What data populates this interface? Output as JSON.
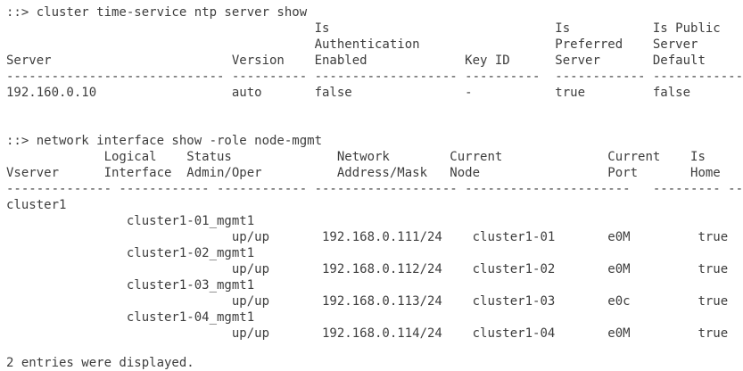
{
  "colors": {
    "background": "#ffffff",
    "text": "#3d3d3d"
  },
  "terminal": {
    "prompt": "::>",
    "ntp_section": {
      "command": "::> cluster time-service ntp server show",
      "table": {
        "columns": [
          {
            "name": "server",
            "header": [
              "",
              "",
              "Server"
            ]
          },
          {
            "name": "version",
            "header": [
              "",
              "",
              "Version"
            ]
          },
          {
            "name": "is-authentication-enabled",
            "header": [
              "Is",
              "Authentication",
              "Enabled"
            ]
          },
          {
            "name": "key-id",
            "header": [
              "",
              "",
              "Key ID"
            ]
          },
          {
            "name": "is-preferred-server",
            "header": [
              "Is",
              "Preferred",
              "Server"
            ]
          },
          {
            "name": "is-public-server-default",
            "header": [
              "Is Public",
              "Server",
              "Default"
            ]
          }
        ],
        "rows": [
          [
            "192.160.0.10",
            "auto",
            "false",
            "-",
            "true",
            "false"
          ]
        ]
      }
    },
    "network_section": {
      "command": "::> network interface show -role node-mgmt",
      "table": {
        "header_line1": [
          "",
          "Logical",
          "Status",
          "Network",
          "Current",
          "Current",
          "Is"
        ],
        "header_line2": [
          "Vserver",
          "Interface",
          "Admin/Oper",
          "Address/Mask",
          "Node",
          "Port",
          "Home"
        ],
        "vserver": "cluster1",
        "interfaces": [
          {
            "logical_interface": "cluster1-01_mgmt1",
            "status_admin_oper": "up/up",
            "network_address_mask": "192.168.0.111/24",
            "current_node": "cluster1-01",
            "current_port": "e0M",
            "is_home": "true"
          },
          {
            "logical_interface": "cluster1-02_mgmt1",
            "status_admin_oper": "up/up",
            "network_address_mask": "192.168.0.112/24",
            "current_node": "cluster1-02",
            "current_port": "e0M",
            "is_home": "true"
          },
          {
            "logical_interface": "cluster1-03_mgmt1",
            "status_admin_oper": "up/up",
            "network_address_mask": "192.168.0.113/24",
            "current_node": "cluster1-03",
            "current_port": "e0c",
            "is_home": "true"
          },
          {
            "logical_interface": "cluster1-04_mgmt1",
            "status_admin_oper": "up/up",
            "network_address_mask": "192.168.0.114/24",
            "current_node": "cluster1-04",
            "current_port": "e0M",
            "is_home": "true"
          }
        ]
      }
    },
    "footer": "2 entries were displayed."
  }
}
